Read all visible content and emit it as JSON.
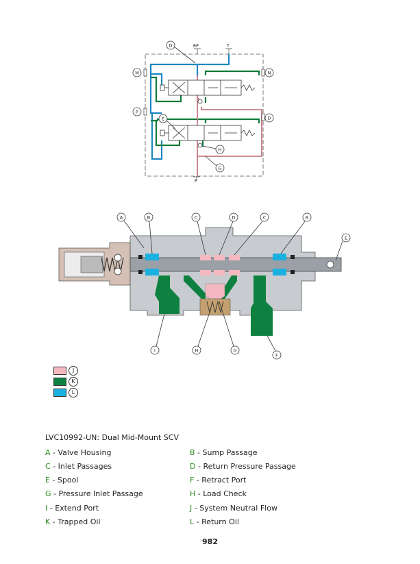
{
  "schematic": {
    "port_labels": {
      "rp": "RP",
      "t": "T",
      "p": "P"
    },
    "callouts": {
      "d_top": "D",
      "m": "M",
      "n": "N",
      "p_left": "P",
      "e": "E",
      "d_right": "D",
      "h": "H",
      "g": "G"
    }
  },
  "cutaway": {
    "callouts_top": [
      "A",
      "B",
      "C",
      "D",
      "C",
      "B"
    ],
    "callout_e": "E",
    "callouts_bottom": [
      "I",
      "H",
      "G",
      "F"
    ]
  },
  "colors": {
    "j": "#f4b8c0",
    "k": "#0e8040",
    "l": "#1ab0e0",
    "housing": "#c8ccd0"
  },
  "swatches": [
    {
      "letter": "J",
      "color": "#f4b8c0"
    },
    {
      "letter": "K",
      "color": "#0e8040"
    },
    {
      "letter": "L",
      "color": "#1ab0e0"
    }
  ],
  "caption": "LVC10992-UN: Dual Mid-Mount SCV",
  "legend": [
    {
      "key": "A",
      "text": " - Valve Housing"
    },
    {
      "key": "B",
      "text": " - Sump Passage"
    },
    {
      "key": "C",
      "text": " - Inlet Passages"
    },
    {
      "key": "D",
      "text": " - Return Pressure Passage"
    },
    {
      "key": "E",
      "text": " - Spool"
    },
    {
      "key": "F",
      "text": " - Retract Port"
    },
    {
      "key": "G",
      "text": " - Pressure Inlet Passage"
    },
    {
      "key": "H",
      "text": " - Load Check"
    },
    {
      "key": "I",
      "text": " - Extend Port"
    },
    {
      "key": "J",
      "text": " - System Neutral Flow"
    },
    {
      "key": "K",
      "text": " - Trapped Oil"
    },
    {
      "key": "L",
      "text": " - Return Oil"
    }
  ],
  "page_number": "982"
}
